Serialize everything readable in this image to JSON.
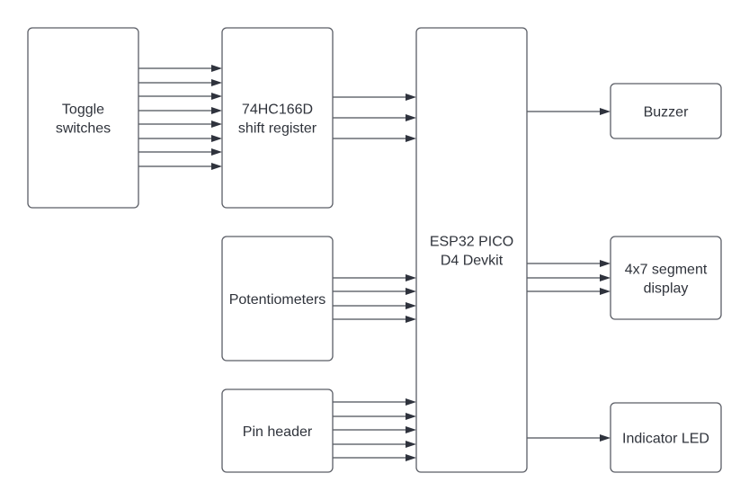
{
  "diagram": {
    "type": "block-diagram",
    "blocks": [
      {
        "id": "toggle",
        "label_lines": [
          "Toggle",
          "switches"
        ]
      },
      {
        "id": "shiftreg",
        "label_lines": [
          "74HC166D",
          "shift register"
        ]
      },
      {
        "id": "pots",
        "label_lines": [
          "Potentiometers"
        ]
      },
      {
        "id": "pinheader",
        "label_lines": [
          "Pin header"
        ]
      },
      {
        "id": "esp32",
        "label_lines": [
          "ESP32 PICO",
          "D4 Devkit"
        ]
      },
      {
        "id": "buzzer",
        "label_lines": [
          "Buzzer"
        ]
      },
      {
        "id": "display",
        "label_lines": [
          "4x7 segment",
          "display"
        ]
      },
      {
        "id": "led",
        "label_lines": [
          "Indicator LED"
        ]
      }
    ],
    "connections": [
      {
        "from": "toggle",
        "to": "shiftreg",
        "lines": 8
      },
      {
        "from": "shiftreg",
        "to": "esp32",
        "lines": 3
      },
      {
        "from": "pots",
        "to": "esp32",
        "lines": 4
      },
      {
        "from": "pinheader",
        "to": "esp32",
        "lines": 5
      },
      {
        "from": "esp32",
        "to": "buzzer",
        "lines": 1
      },
      {
        "from": "esp32",
        "to": "display",
        "lines": 3
      },
      {
        "from": "esp32",
        "to": "led",
        "lines": 1
      }
    ],
    "colors": {
      "box_stroke": "#5b5e66",
      "text": "#2f333b",
      "arrow": "#2f333d",
      "background": "#ffffff"
    }
  }
}
